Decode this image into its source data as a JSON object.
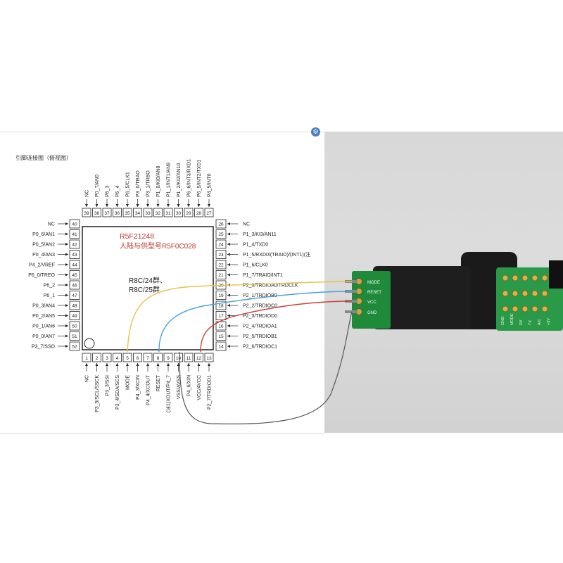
{
  "diagram": {
    "title": "引脚连接图（俯视图）",
    "chip_name": "R5F21248",
    "chip_note": "人陆与供型号R5F0C028",
    "family_1": "R8C/24群、",
    "family_2": "R8C/25群",
    "top_pins": [
      {
        "num": "39",
        "name": "NC"
      },
      {
        "num": "38",
        "name": "P0_7/AN0"
      },
      {
        "num": "37",
        "name": "P6_3"
      },
      {
        "num": "36",
        "name": "P6_4"
      },
      {
        "num": "35",
        "name": "P6_5/CLK1"
      },
      {
        "num": "34",
        "name": "P3_0/TRAO"
      },
      {
        "num": "33",
        "name": "P3_1/TRBO"
      },
      {
        "num": "32",
        "name": "P1_0/KI0/AN8"
      },
      {
        "num": "31",
        "name": "P1_1/INT1/AN9"
      },
      {
        "num": "30",
        "name": "P1_2/KI2/AN10"
      },
      {
        "num": "29",
        "name": "P6_6/INT3/RXD1"
      },
      {
        "num": "28",
        "name": "P6_5/INT2/TXD1"
      },
      {
        "num": "27",
        "name": "P4_5/INT0"
      }
    ],
    "left_pins": [
      {
        "num": "40",
        "name": "NC"
      },
      {
        "num": "41",
        "name": "P0_6/AN1"
      },
      {
        "num": "42",
        "name": "P0_5/AN2"
      },
      {
        "num": "43",
        "name": "P0_4/AN3"
      },
      {
        "num": "44",
        "name": "P4_2/VREF"
      },
      {
        "num": "45",
        "name": "P6_0/TREO"
      },
      {
        "num": "46",
        "name": "P6_2"
      },
      {
        "num": "47",
        "name": "P6_1"
      },
      {
        "num": "48",
        "name": "P0_3/AN4"
      },
      {
        "num": "49",
        "name": "P0_2/AN5"
      },
      {
        "num": "50",
        "name": "P0_1/AN6"
      },
      {
        "num": "51",
        "name": "P0_0/AN7"
      },
      {
        "num": "52",
        "name": "P3_7/SSO"
      }
    ],
    "right_pins": [
      {
        "num": "26",
        "name": "NC"
      },
      {
        "num": "25",
        "name": "P1_3/KI3/AN11"
      },
      {
        "num": "24",
        "name": "P1_4/TXD0"
      },
      {
        "num": "23",
        "name": "P1_5/RXD0/(TRAIO)/(INT1)(注"
      },
      {
        "num": "22",
        "name": "P1_6/CLK0"
      },
      {
        "num": "21",
        "name": "P1_7/TRAIO/INT1"
      },
      {
        "num": "20",
        "name": "P2_0/TRDIOA0/TRDCLK"
      },
      {
        "num": "19",
        "name": "P2_1/TRDIOB0"
      },
      {
        "num": "18",
        "name": "P2_2/TRDIOC0"
      },
      {
        "num": "17",
        "name": "P2_3/TRDIOD0"
      },
      {
        "num": "16",
        "name": "P2_4/TRDIOA1"
      },
      {
        "num": "15",
        "name": "P2_5/TRDIOB1"
      },
      {
        "num": "14",
        "name": "P2_6/TRDIOC1"
      }
    ],
    "bottom_pins": [
      {
        "num": "1",
        "name": "NC"
      },
      {
        "num": "2",
        "name": "P3_5/SCL/SSCK"
      },
      {
        "num": "3",
        "name": "P3_3/SSI"
      },
      {
        "num": "4",
        "name": "P3_4/SDA/SCS"
      },
      {
        "num": "5",
        "name": "MODE"
      },
      {
        "num": "6",
        "name": "P4_3/XCIN"
      },
      {
        "num": "7",
        "name": "P4_4/XCOUT"
      },
      {
        "num": "8",
        "name": "RESET"
      },
      {
        "num": "9",
        "name": "(注1)XOUT/P4_7"
      },
      {
        "num": "10",
        "name": "VSS/AVSS"
      },
      {
        "num": "11",
        "name": "P4_6/XIN"
      },
      {
        "num": "12",
        "name": "VCC/AVCC"
      },
      {
        "num": "13",
        "name": "P2_7/TRDIOD1"
      }
    ]
  },
  "photo": {
    "header_labels": [
      "MODE",
      "RESET",
      "VCC",
      "GND"
    ],
    "board2_labels": [
      "GND",
      "MODE",
      "RX",
      "TX",
      "A/C",
      "+5V"
    ]
  },
  "wire_colors": {
    "mode": "#e8c24a",
    "reset": "#4aa3d9",
    "vcc": "#c8423a",
    "gnd": "#555555"
  }
}
